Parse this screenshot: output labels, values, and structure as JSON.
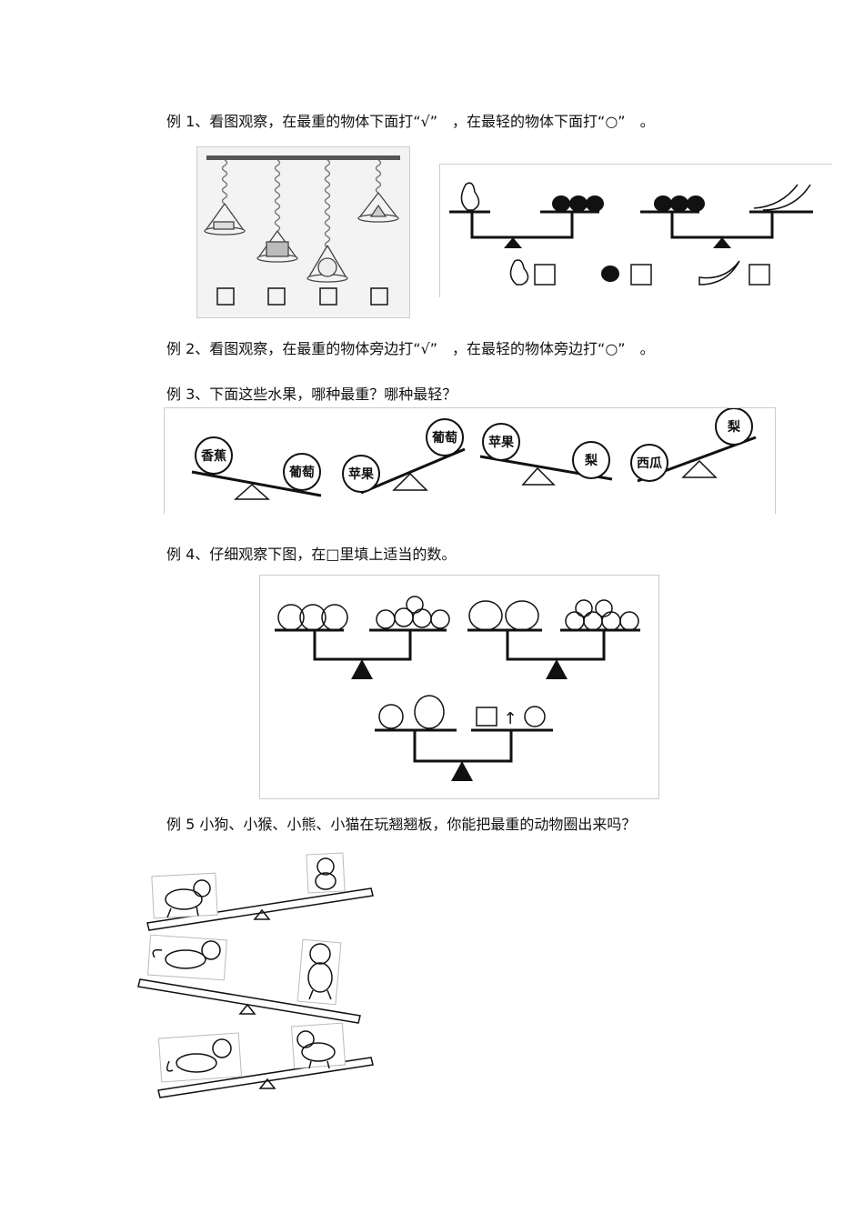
{
  "questions": {
    "q1": "例 1、看图观察，在最重的物体下面打“√”　，在最轻的物体下面打“○”　。",
    "q2": "例 2、看图观察，在最重的物体旁边打“√”　，在最轻的物体旁边打“○”　。",
    "q3": "例 3、下面这些水果，哪种最重？哪种最轻？",
    "q4": "例 4、仔细观察下图，在□里填上适当的数。",
    "q5": "例 5 小狗、小猴、小熊、小猫在玩翘翘板，你能把最重的动物圈出来吗？"
  },
  "fig3": {
    "balls": [
      "香蕉",
      "葡萄",
      "苹果",
      "葡萄",
      "苹果",
      "梨",
      "西瓜",
      "梨"
    ]
  },
  "fig4": {
    "arrow": "↑"
  }
}
